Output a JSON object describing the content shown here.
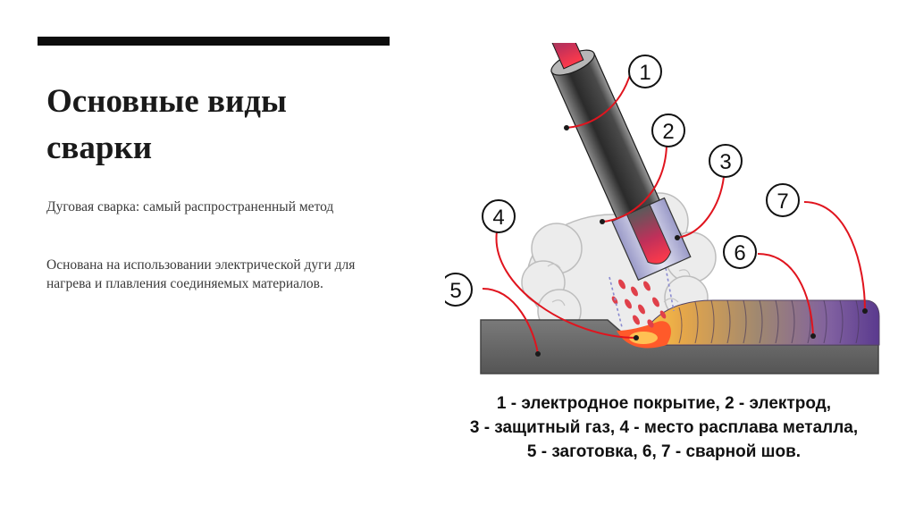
{
  "slide": {
    "title_line1": "Основные виды",
    "title_line2": "сварки",
    "paragraph1": "Дуговая сварка: самый распространенный метод",
    "paragraph2": "Основана на использовании электрической дуги для нагрева и плавления соединяемых материалов."
  },
  "figure": {
    "callouts": [
      "1",
      "2",
      "3",
      "4",
      "5",
      "6",
      "7"
    ],
    "caption_lines": [
      "1 - электродное покрытие, 2 - электрод,",
      "3 - защитный газ, 4 - место расплава металла,",
      "5 - заготовка, 6, 7 - сварной шов."
    ],
    "colors": {
      "leader_line": "#e0141e",
      "workpiece": "#6b6b6b",
      "electrode": "#3a3a3a",
      "weld_hot": "#f0b040",
      "weld_cool": "#6a4a9a"
    }
  }
}
